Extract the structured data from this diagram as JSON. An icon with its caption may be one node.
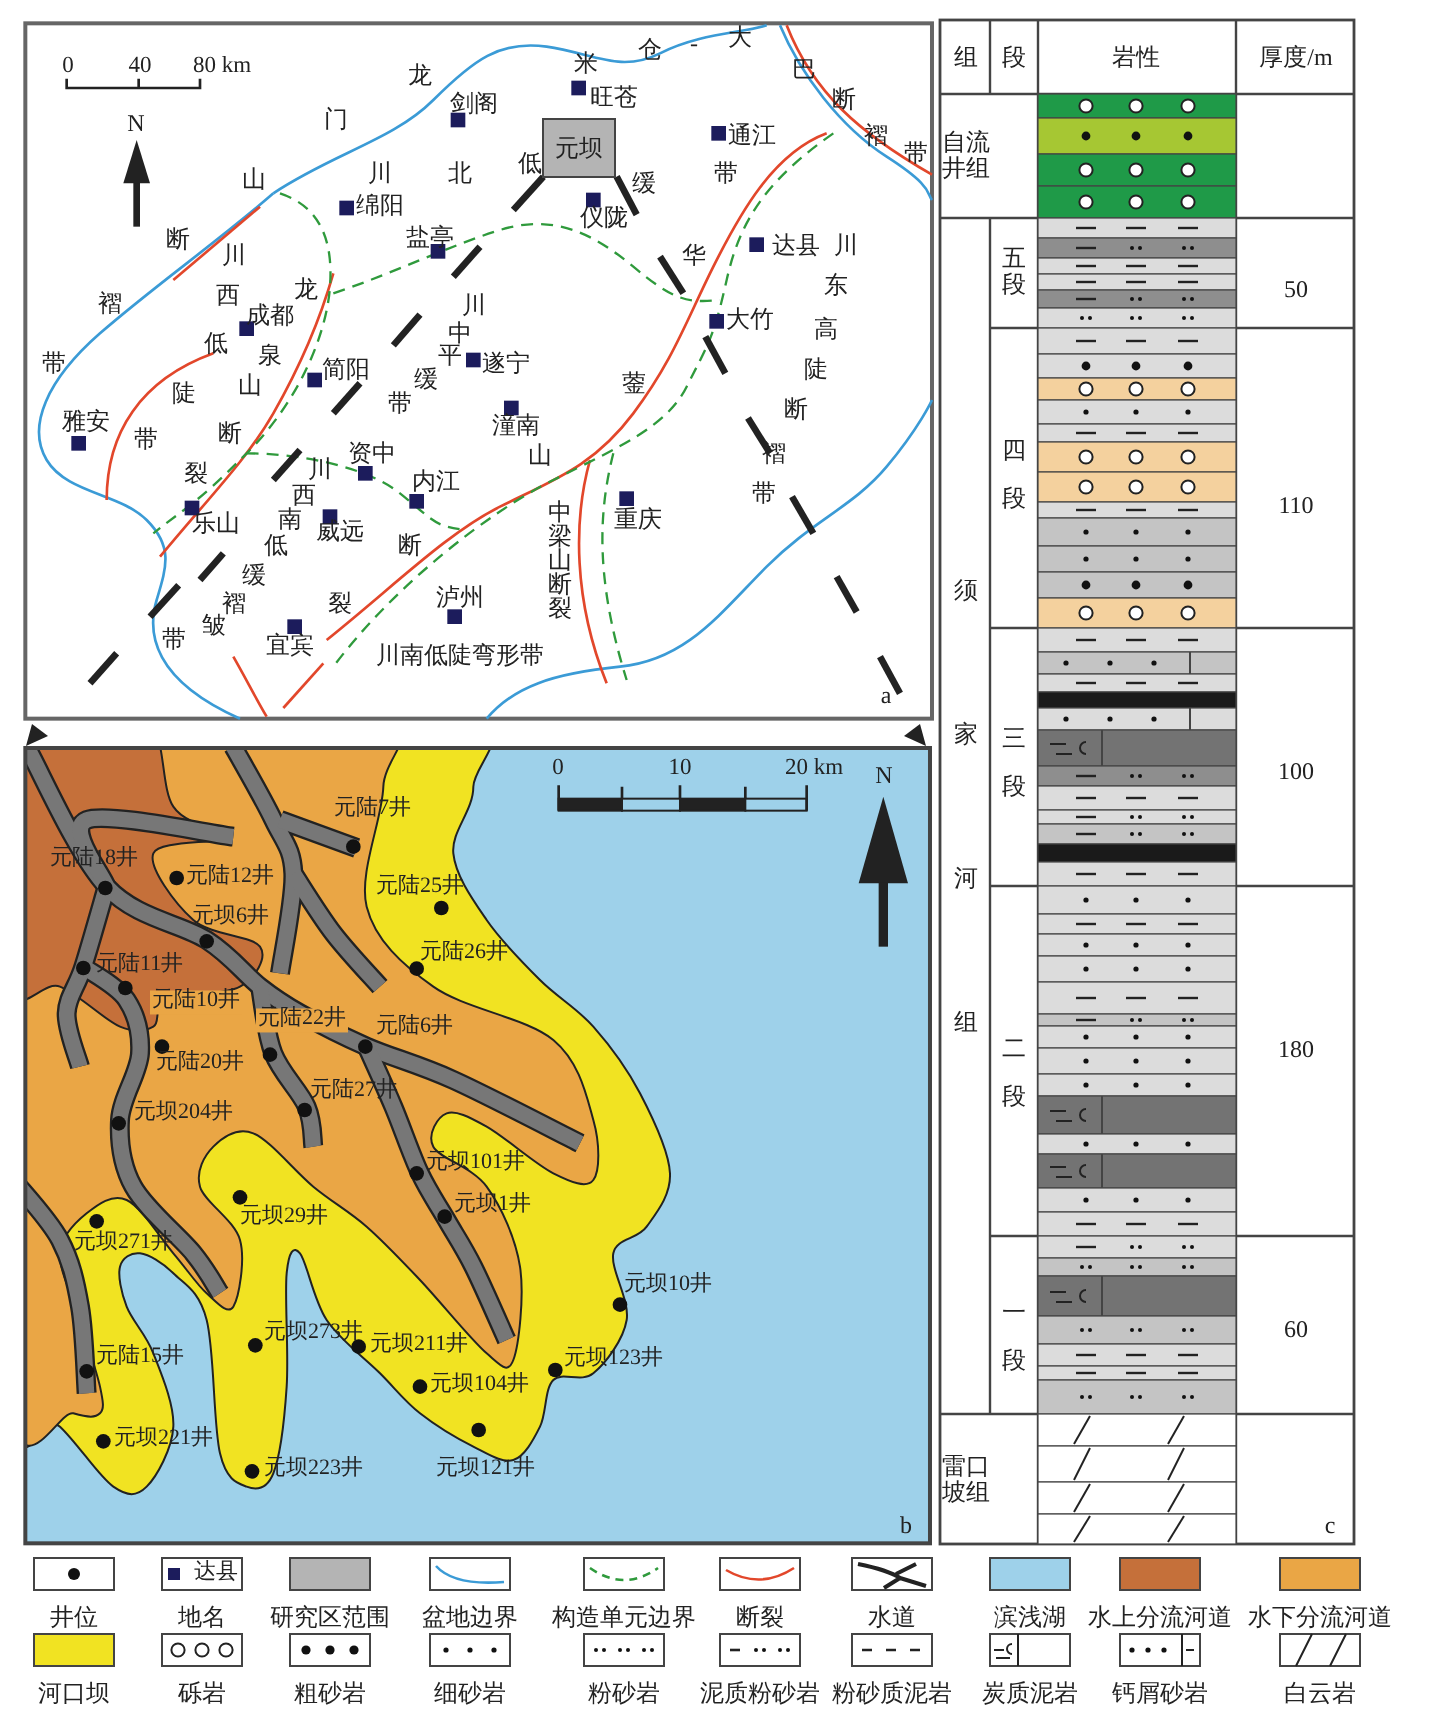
{
  "diagram": {
    "nodes": [
      {
        "text": [
          "元坝"
        ]
      }
    ],
    "labels": [
      "0",
      "40",
      "80 km",
      "大",
      "仓",
      "-",
      "米",
      "巴",
      "龙",
      "旺苍",
      "断",
      "剑阁",
      "门",
      "N",
      "通江",
      "褶",
      "带",
      "低",
      "川",
      "北",
      "带",
      "山",
      "缓",
      "绵阳",
      "仪陇",
      "盐亭",
      "断",
      "达县",
      "川",
      "华",
      "川",
      "东",
      "龙",
      "西",
      "褶",
      "川",
      "成都",
      "大竹",
      "高",
      "中",
      "低",
      "泉",
      "平",
      "遂宁",
      "带",
      "陡",
      "简阳",
      "缓",
      "蓥",
      "山",
      "陡",
      "带",
      "断",
      "雅安",
      "潼南",
      "断",
      "带",
      "资中",
      "褶",
      "山",
      "川",
      "裂",
      "内江",
      "带",
      "西",
      "重庆",
      "中梁山断裂",
      "南",
      "乐山",
      "威远",
      "低",
      "断",
      "缓",
      "泸州",
      "褶",
      "裂",
      "皱",
      "带",
      "宜宾",
      "川南低陡弯形带",
      "a",
      "0",
      "10",
      "20 km",
      "N",
      "元陆7井",
      "元陆18井",
      "元陆12井",
      "元陆25井",
      "元坝6井",
      "元陆26井",
      "元陆11井",
      "元陆10井",
      "元陆22井",
      "元陆6井",
      "元陆20井",
      "元陆27井",
      "元坝204井",
      "元坝101井",
      "元坝1井",
      "元坝29井",
      "元坝271井",
      "元坝10井",
      "元坝273井",
      "元坝211井",
      "元陆15井",
      "元坝123井",
      "元坝104井",
      "元坝221井",
      "元坝223井",
      "元坝121井",
      "b",
      "组",
      "段",
      "岩性",
      "厚度/m",
      "自流井组",
      "五段",
      "50",
      "四段",
      "110",
      "须家河组",
      "三段",
      "100",
      "二段",
      "180",
      "一段",
      "60",
      "雷口坡组",
      "c",
      "达县"
    ],
    "legend": [
      {
        "text": "井位"
      },
      {
        "text": "地名"
      },
      {
        "text": "研究区范围",
        "color": "#b4b4b4"
      },
      {
        "text": "盆地边界"
      },
      {
        "text": "构造单元边界"
      },
      {
        "text": "断裂"
      },
      {
        "text": "水道"
      },
      {
        "text": "滨浅湖",
        "color": "#9ed1ea"
      },
      {
        "text": "水上分流河道",
        "color": "#c5703a"
      },
      {
        "text": "水下分流河道",
        "color": "#eaa645"
      },
      {
        "text": "河口坝",
        "color": "#f1e322"
      },
      {
        "text": "砾岩"
      },
      {
        "text": "粗砂岩"
      },
      {
        "text": "细砂岩"
      },
      {
        "text": "粉砂岩"
      },
      {
        "text": "泥质粉砂岩"
      },
      {
        "text": "粉砂质泥岩"
      },
      {
        "text": "炭质泥岩"
      },
      {
        "text": "钙屑砂岩"
      },
      {
        "text": "白云岩"
      }
    ]
  }
}
